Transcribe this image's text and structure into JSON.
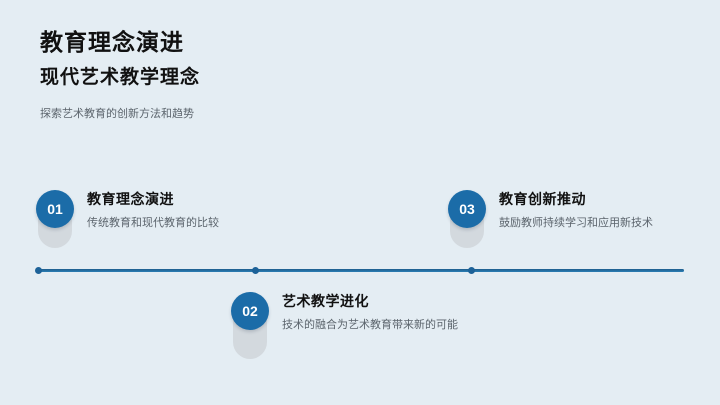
{
  "slide": {
    "title": "教育理念演进",
    "subtitle": "现代艺术教学理念",
    "tagline": "探索艺术教育的创新方法和趋势"
  },
  "timeline": {
    "items": [
      {
        "number": "01",
        "title": "教育理念演进",
        "description": "传统教育和现代教育的比较"
      },
      {
        "number": "02",
        "title": "艺术教学进化",
        "description": "技术的融合为艺术教育带来新的可能"
      },
      {
        "number": "03",
        "title": "教育创新推动",
        "description": "鼓励教师持续学习和应用新技术"
      }
    ]
  },
  "colors": {
    "background": "#e4edf3",
    "accent_blue": "#1b6ca8",
    "line_blue": "#2b7fb5",
    "line_blue_dark": "#1d5c8c",
    "dot_blue": "#1d6298",
    "pill_gray": "#d3d9de",
    "title_text": "#111111",
    "muted_text": "#5b646c"
  }
}
